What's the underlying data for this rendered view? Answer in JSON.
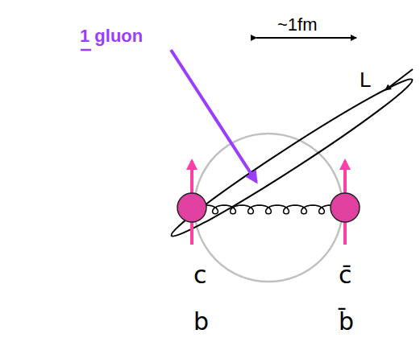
{
  "diagram": {
    "labels": [
      "1 gluon",
      "~1fm",
      "L",
      "c",
      "c̄",
      "b",
      "b̄"
    ]
  }
}
